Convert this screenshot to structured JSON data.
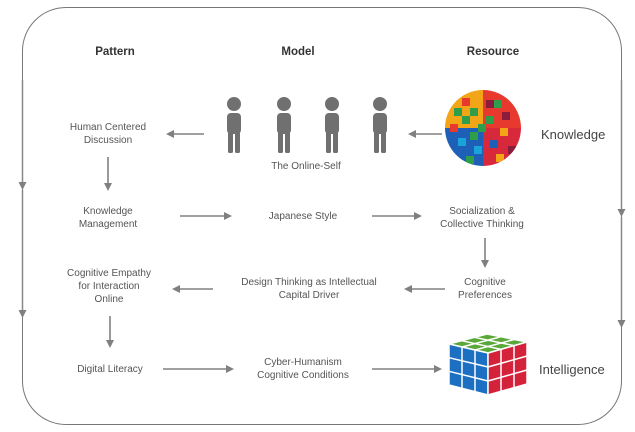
{
  "headers": {
    "pattern": "Pattern",
    "model": "Model",
    "resource": "Resource"
  },
  "nodes": {
    "human_centered": "Human Centered\nDiscussion",
    "online_self": "The Online-Self",
    "knowledge_mgmt": "Knowledge\nManagement",
    "japanese_style": "Japanese Style",
    "socialization": "Socialization  &\nCollective Thinking",
    "cognitive_empathy": "Cognitive Empathy\nfor Interaction\nOnline",
    "design_thinking": "Design Thinking as Intellectual\nCapital Driver",
    "cognitive_prefs": "Cognitive\nPreferences",
    "digital_literacy": "Digital Literacy",
    "cyber_humanism": "Cyber-Humanism\nCognitive Conditions"
  },
  "side_labels": {
    "knowledge": "Knowledge",
    "intelligence": "Intelligence"
  },
  "icons": {
    "people": "person-icon",
    "knowledge_globe": "pixel-globe-icon",
    "intelligence_cube": "rubiks-cube-icon"
  },
  "colors": {
    "frame": "#777777",
    "arrow": "#808080",
    "person": "#707070"
  }
}
